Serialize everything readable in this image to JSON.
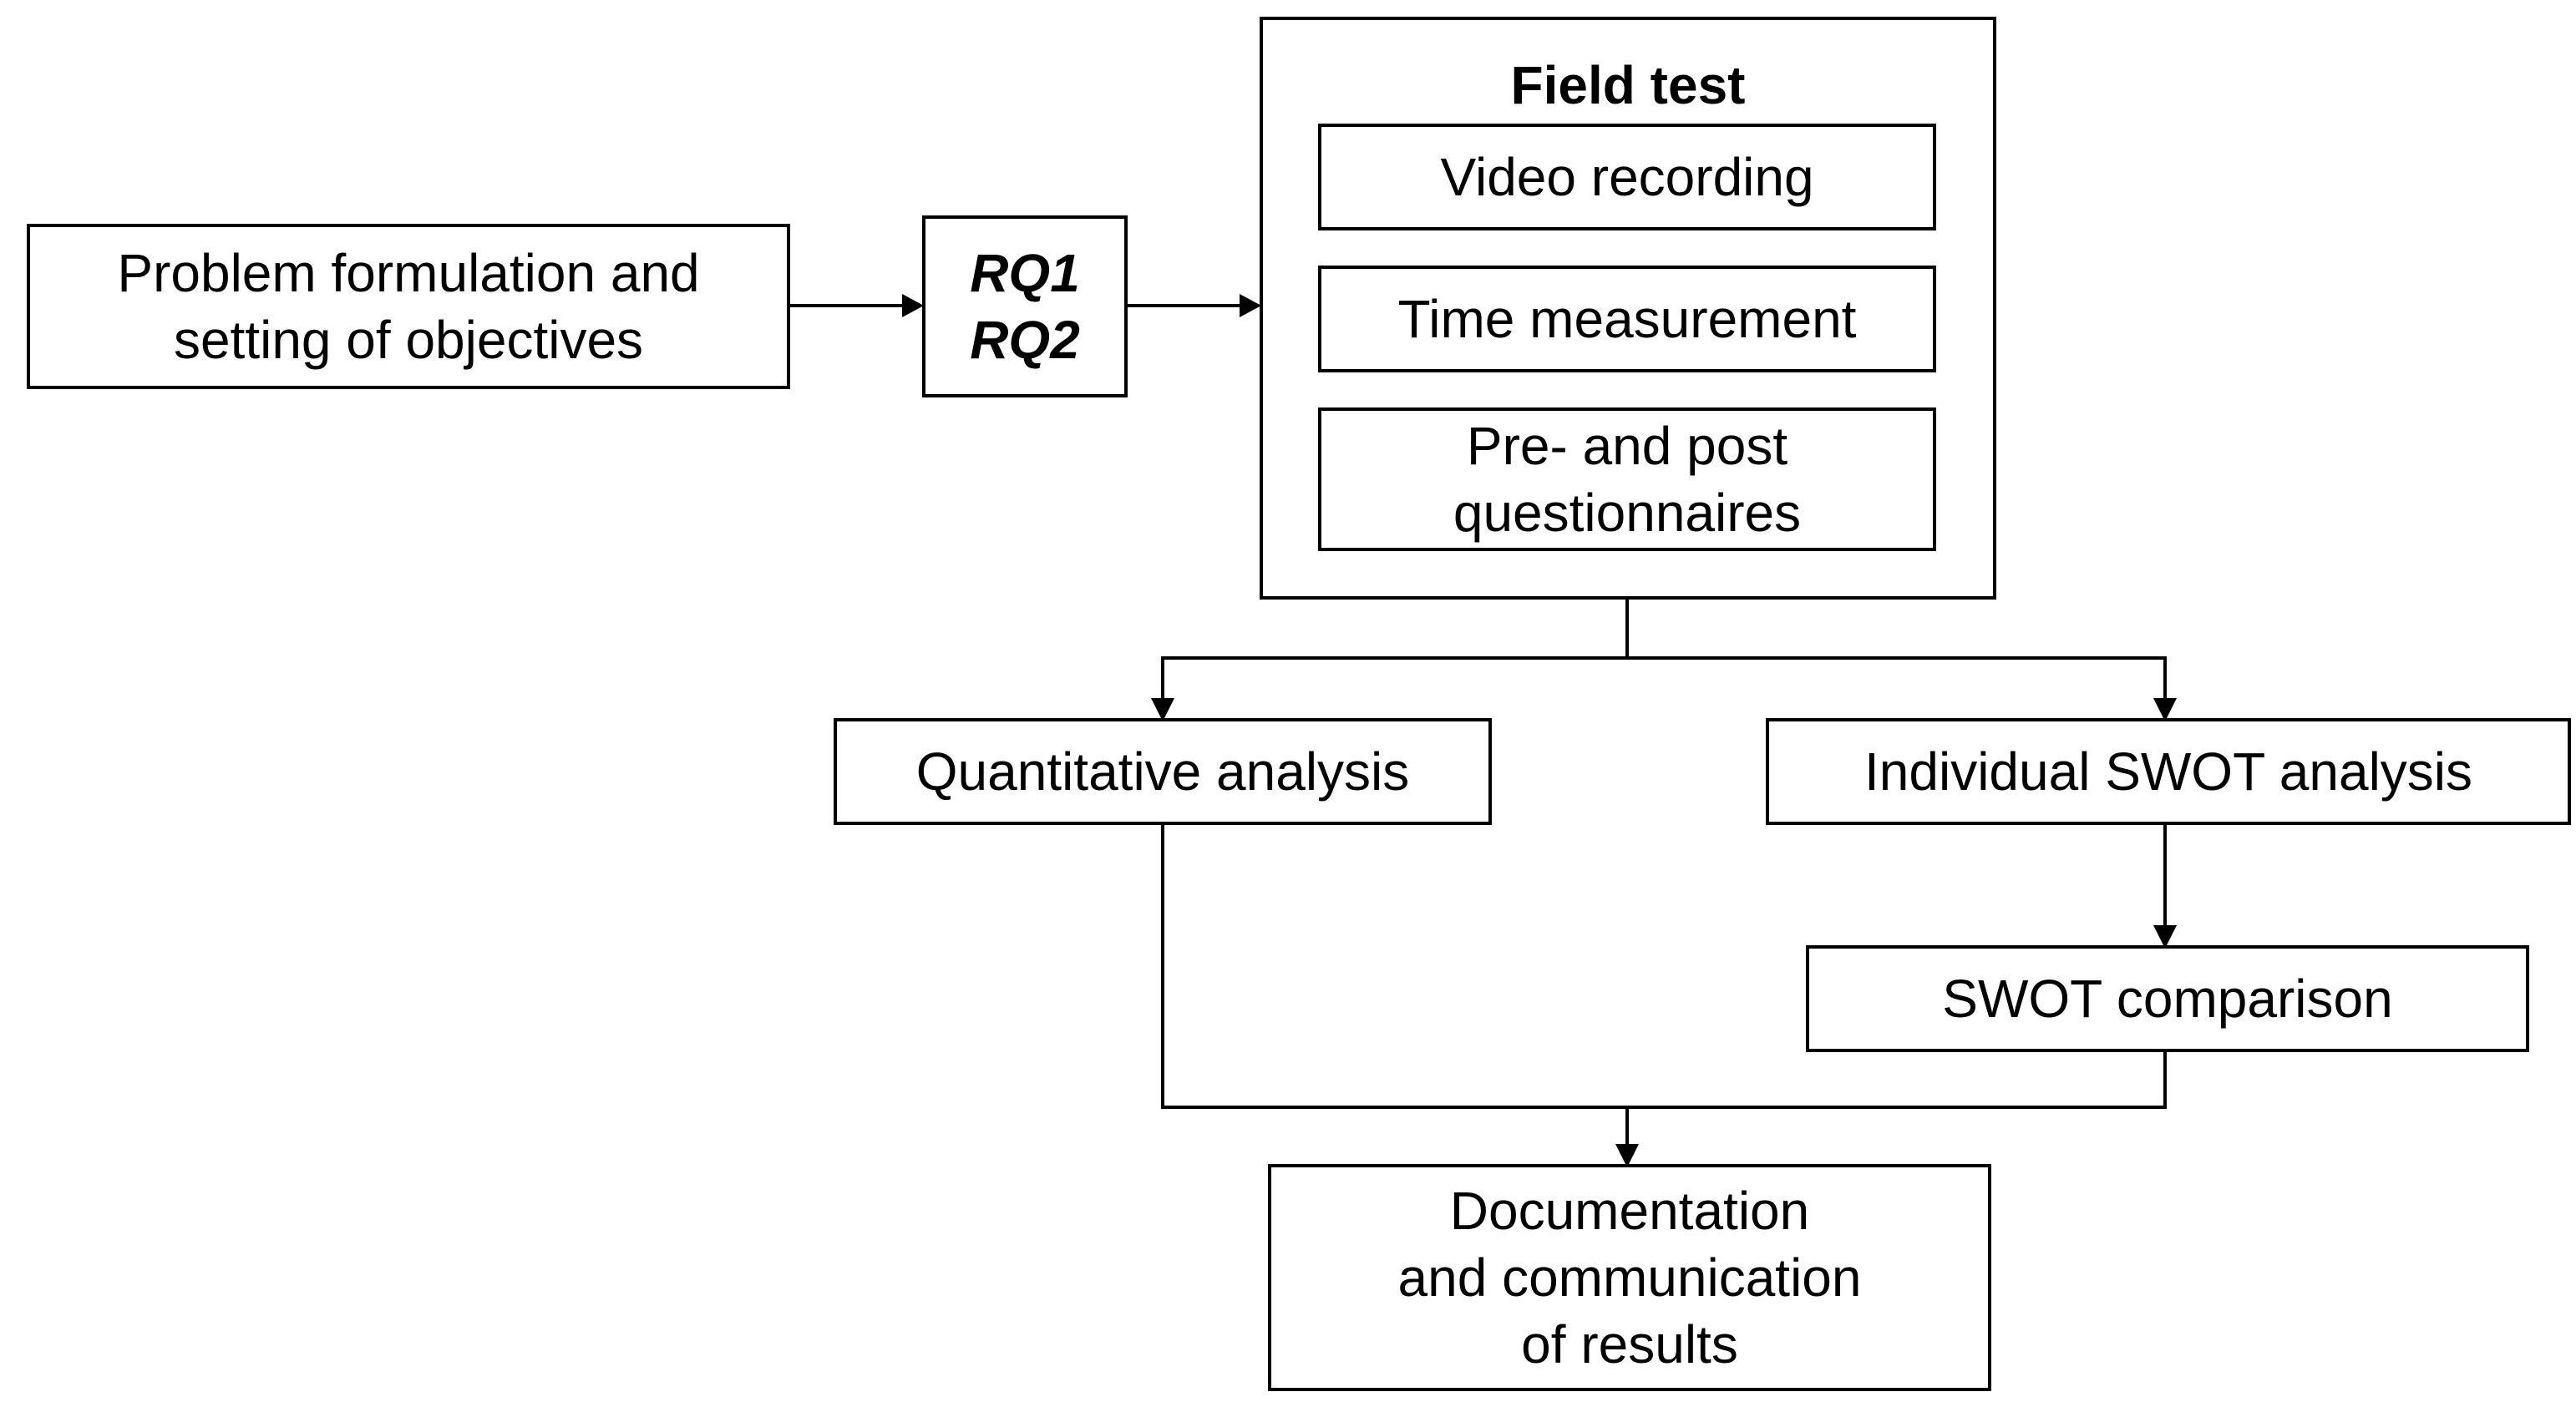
{
  "colors": {
    "stroke": "#000000",
    "background": "#ffffff"
  },
  "nodes": {
    "problem": [
      "Problem formulation and",
      "setting of objectives"
    ],
    "rq": [
      "RQ1",
      "RQ2"
    ],
    "field_test": {
      "title": "Field test",
      "video": "Video recording",
      "time": "Time measurement",
      "questionnaires": [
        "Pre- and post",
        "questionnaires"
      ]
    },
    "quantitative": "Quantitative analysis",
    "swot_individual": "Individual SWOT analysis",
    "swot_comparison": "SWOT comparison",
    "documentation": [
      "Documentation",
      "and communication",
      "of results"
    ]
  },
  "edges": [
    {
      "from": "problem",
      "to": "rq"
    },
    {
      "from": "rq",
      "to": "field_test"
    },
    {
      "from": "field_test",
      "to": "quantitative"
    },
    {
      "from": "field_test",
      "to": "swot_individual"
    },
    {
      "from": "swot_individual",
      "to": "swot_comparison"
    },
    {
      "from": "quantitative",
      "to": "documentation"
    },
    {
      "from": "swot_comparison",
      "to": "documentation"
    }
  ]
}
